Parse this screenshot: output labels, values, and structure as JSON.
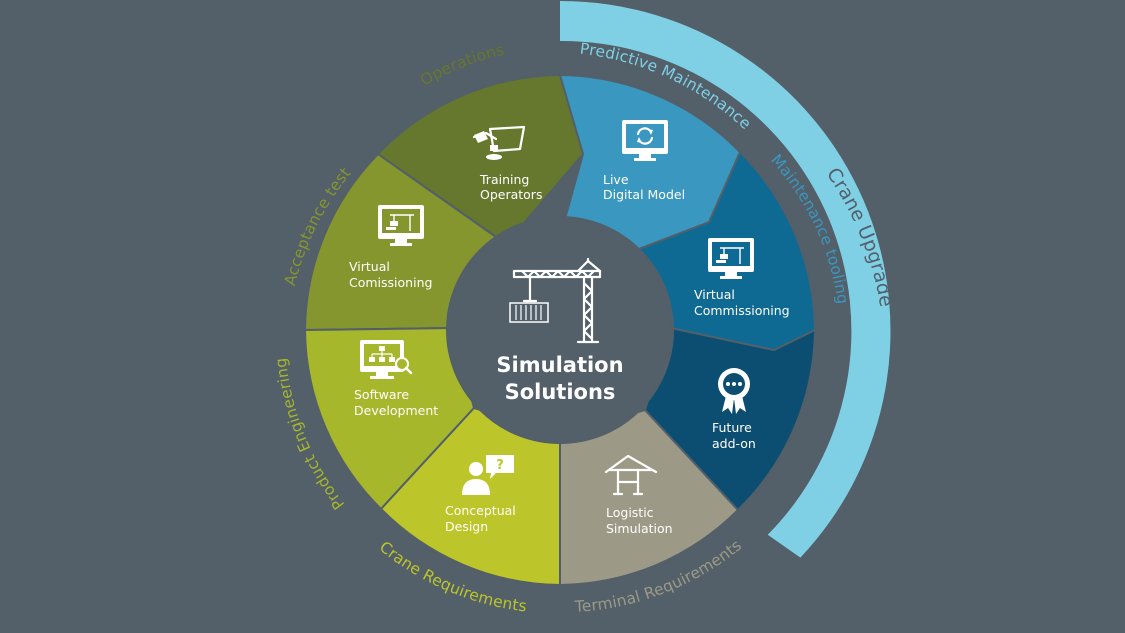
{
  "colors": {
    "background": "#535f69",
    "center": "#535f69",
    "operations": "#66782e",
    "acceptance": "#86962f",
    "product_engineering": "#a6b72c",
    "crane_requirements": "#bcc62a",
    "terminal_requirements": "#9c9a86",
    "predictive_maintenance": "#3a97bf",
    "maintenance_tooling_1": "#0f6a93",
    "maintenance_tooling_2": "#0b4e72",
    "crane_upgrade": "#7fd0e5"
  },
  "center": {
    "line1": "Simulation",
    "line2": "Solutions",
    "icon": "tower-crane-icon"
  },
  "segments": {
    "training_operators": {
      "line1": "Training",
      "line2": "Operators",
      "icon": "operator-console-icon"
    },
    "virtual_comissioning": {
      "line1": "Virtual",
      "line2": "Comissioning",
      "icon": "monitor-crane-icon"
    },
    "software_development": {
      "line1": "Software",
      "line2": "Development",
      "icon": "monitor-hierarchy-search-icon"
    },
    "conceptual_design": {
      "line1": "Conceptual",
      "line2": "Design",
      "icon": "person-question-icon"
    },
    "logistic_simulation": {
      "line1": "Logistic",
      "line2": "Simulation",
      "icon": "gantry-crane-icon"
    },
    "future_addon": {
      "line1": "Future",
      "line2": "add-on",
      "icon": "rosette-badge-icon"
    },
    "virtual_commissioning": {
      "line1": "Virtual",
      "line2": "Commissioning",
      "icon": "monitor-crane-icon"
    },
    "live_digital_model": {
      "line1": "Live",
      "line2": "Digital Model",
      "icon": "monitor-sync-icon"
    }
  },
  "phases": {
    "operations": "Operations",
    "acceptance_test": "Acceptance test",
    "product_engineering": "Product Engineering",
    "crane_requirements": "Crane Requirements",
    "terminal_requirements": "Terminal Requirements",
    "predictive_maintenance": "Predictive Maintenance",
    "maintenance_tooling": "Maintenance tooling",
    "crane_upgrade": "Crane Upgrade"
  }
}
